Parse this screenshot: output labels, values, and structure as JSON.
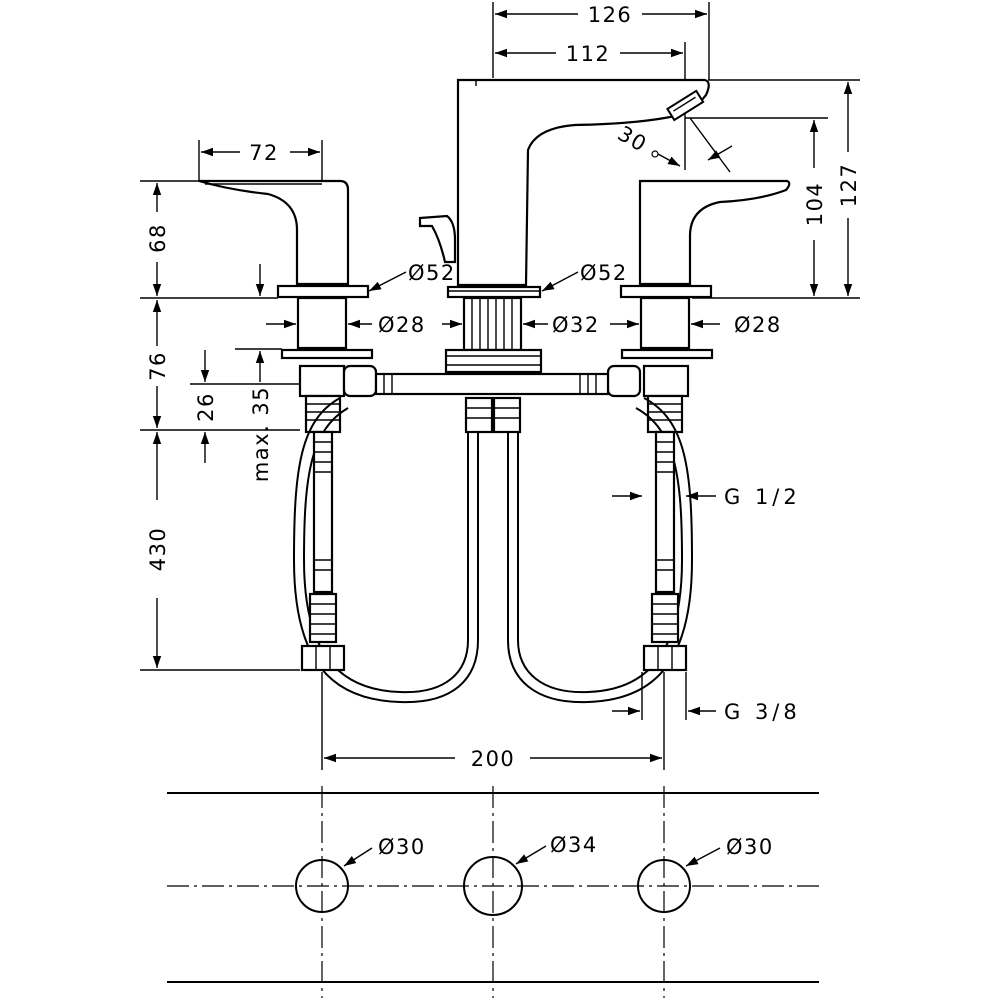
{
  "dimensions": {
    "spout_reach_outer": "126",
    "spout_reach_inner": "112",
    "handle_length": "72",
    "spout_angle": "30",
    "handle_height": "68",
    "spout_height_outlet": "104",
    "spout_height_total": "127",
    "base_dia_left": "Ø52",
    "base_dia_right": "Ø52",
    "shank_dia_left": "Ø28",
    "shank_dia_center": "Ø32",
    "shank_dia_right": "Ø28",
    "shank_length": "76",
    "deck_min": "26",
    "deck_max": "max. 35",
    "hose_length": "430",
    "thread_inlet": "G 1/2",
    "thread_outlet": "G 3/8",
    "center_spacing": "200",
    "hole_dia_left": "Ø30",
    "hole_dia_center": "Ø34",
    "hole_dia_right": "Ø30"
  }
}
